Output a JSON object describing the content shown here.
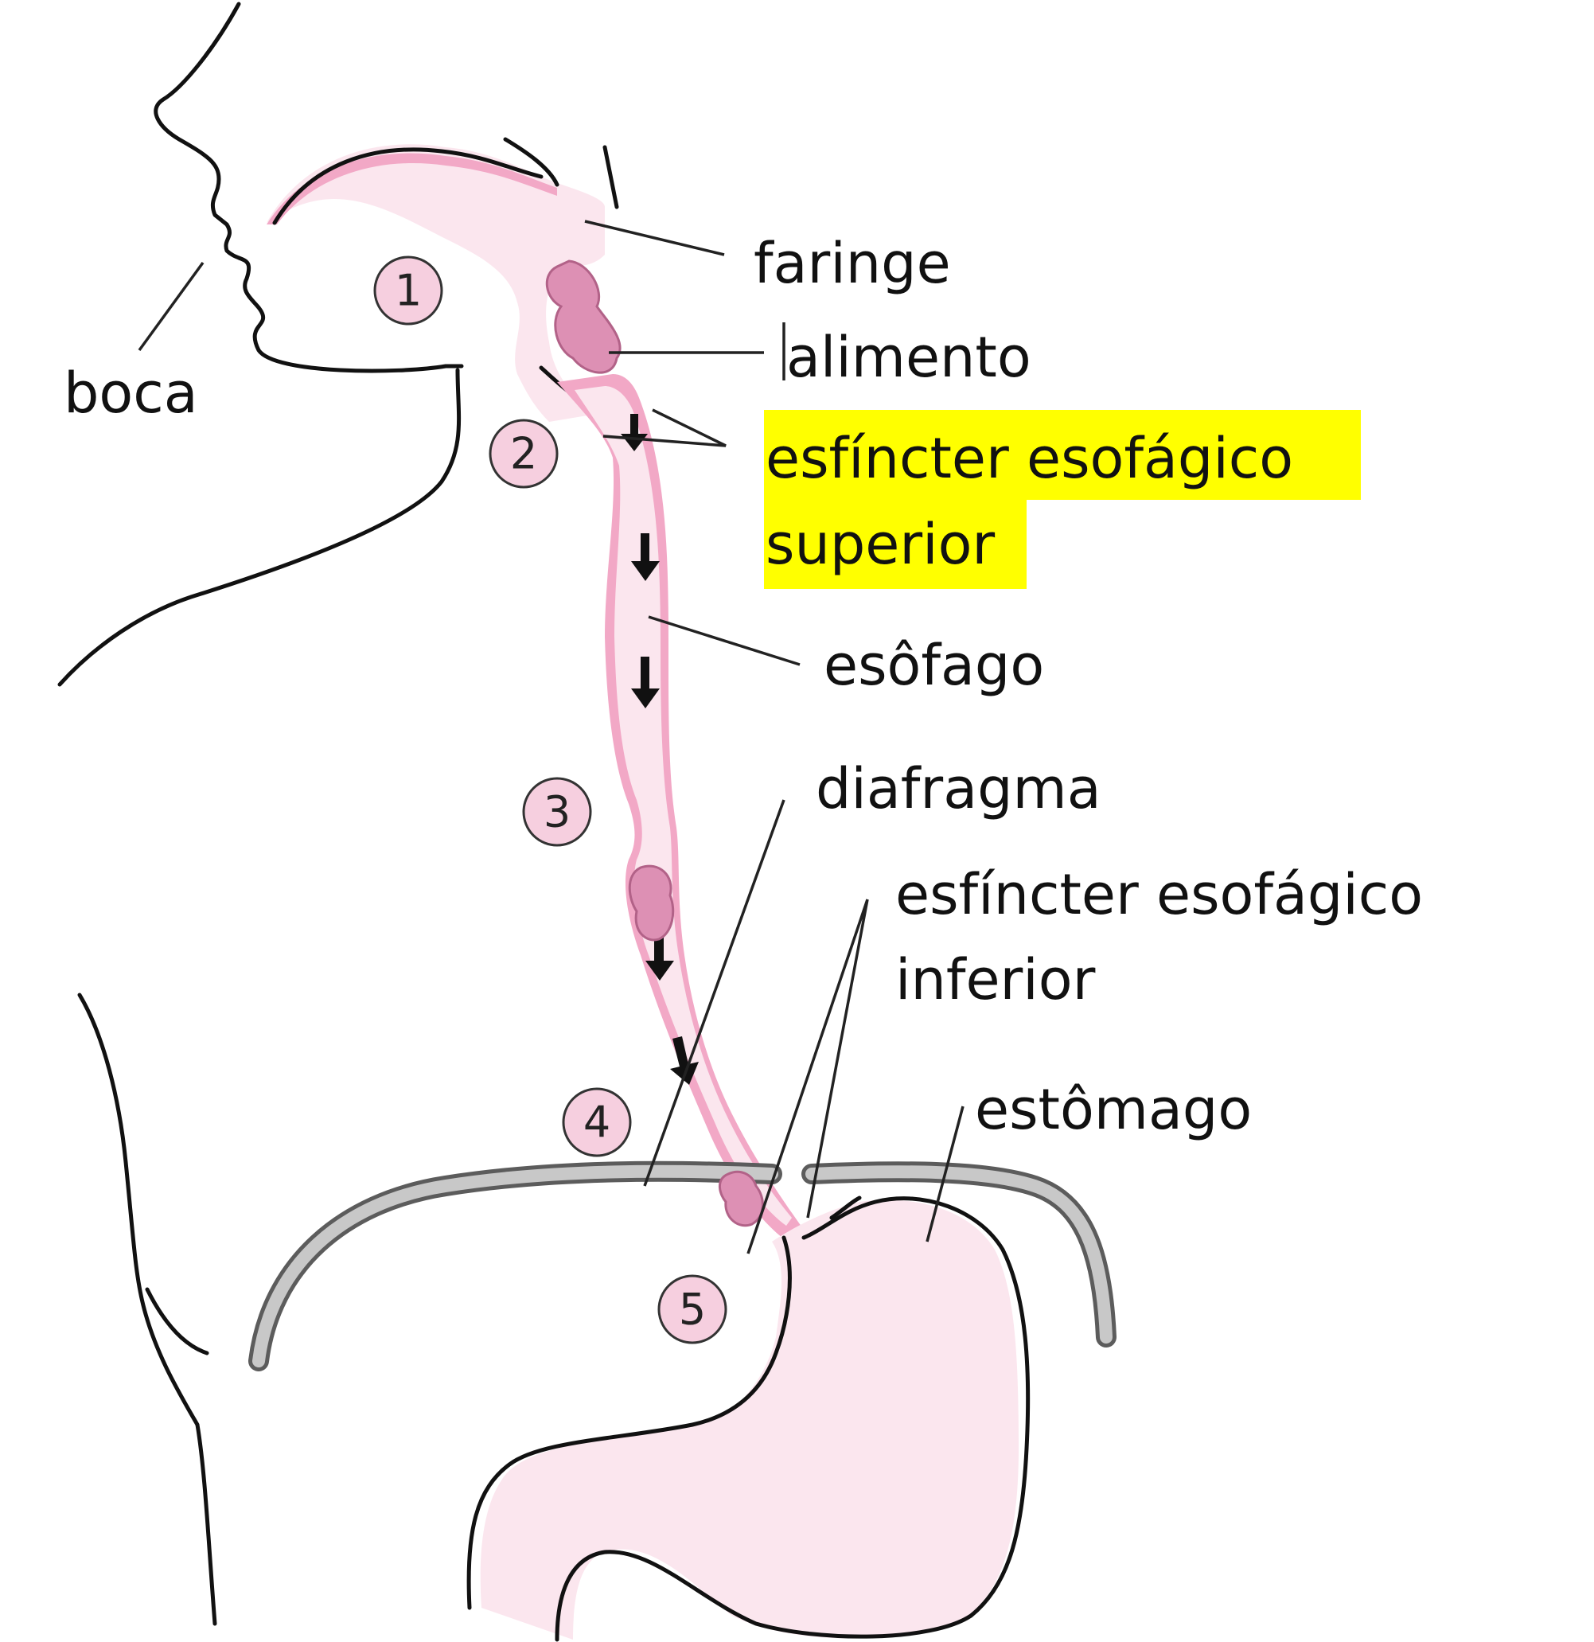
{
  "labels": {
    "boca": "boca",
    "faringe": "faringe",
    "alimento": "alimento",
    "ees_line1": "esfíncter esofágico",
    "ees_line2": "superior",
    "esofago": "esôfago",
    "diafragma": "diafragma",
    "eei_line1": "esfíncter esofágico",
    "eei_line2": "inferior",
    "estomago": "estômago"
  },
  "steps": [
    "1",
    "2",
    "3",
    "4",
    "5"
  ],
  "colors": {
    "tract_fill": "#fbe6ee",
    "wall": "#f2a8c6",
    "bolus": "#dd90b4",
    "diaphragm": "#5c5c5c",
    "highlight": "#ffff00",
    "step_circle": "#f6cfdf"
  },
  "highlighted_label": "esfíncter esofágico superior"
}
